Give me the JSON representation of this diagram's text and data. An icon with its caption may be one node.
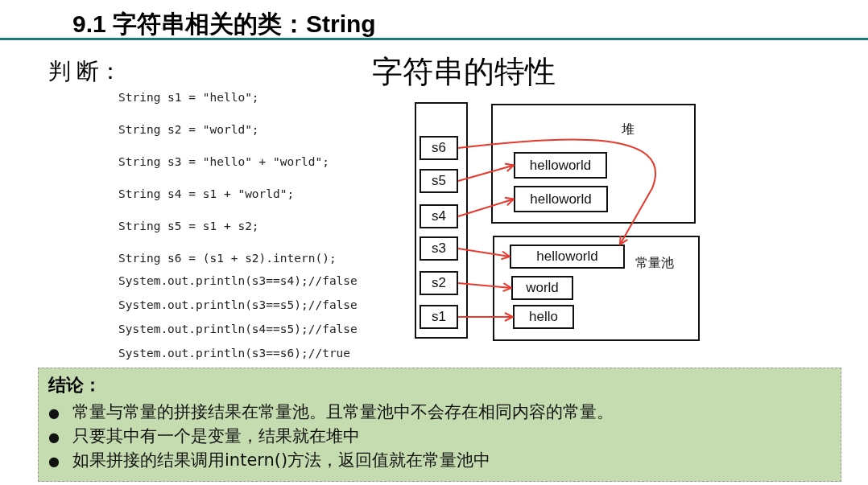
{
  "diagram": {
    "title": "9.1 字符串相关的类：String",
    "nodes": [
      {
        "text": [],
        "shape": "box"
      },
      {
        "text": [
          "s6"
        ],
        "in": 0
      },
      {
        "text": [
          "s5"
        ],
        "in": 0
      },
      {
        "text": [
          "s4"
        ],
        "in": 0
      },
      {
        "text": [
          "s3"
        ],
        "in": 0
      },
      {
        "text": [
          "s2"
        ],
        "in": 0
      },
      {
        "text": [
          "s1"
        ],
        "in": 0
      },
      {
        "text": [
          "堆"
        ]
      },
      {
        "text": [
          "helloworld"
        ],
        "in": 7
      },
      {
        "text": [
          "helloworld"
        ],
        "in": 7
      },
      {
        "text": [
          "常量池"
        ]
      },
      {
        "text": [
          "helloworld"
        ],
        "in": 10
      },
      {
        "text": [
          "world"
        ],
        "in": 10
      },
      {
        "text": [
          "hello"
        ],
        "in": 10
      }
    ],
    "edges": [
      {
        "from": 1,
        "to": 11,
        "arrow": "to"
      },
      {
        "from": 2,
        "to": 8,
        "arrow": "to"
      },
      {
        "from": 3,
        "to": 9,
        "arrow": "to"
      },
      {
        "from": 4,
        "to": 11,
        "arrow": "to"
      },
      {
        "from": 5,
        "to": 12,
        "arrow": "to"
      },
      {
        "from": 6,
        "to": 13,
        "arrow": "to"
      }
    ],
    "labels": [
      "判 断：",
      "字符串的特性",
      "String s1 = \"hello\";",
      "String s2 = \"world\";",
      "String s3 = \"hello\" + \"world\";",
      "String s4 = s1 + \"world\";",
      "String s5 = s1 + s2;",
      "String s6 = (s1 + s2).intern();",
      "System.out.println(s3==s4);//false",
      "System.out.println(s3==s5);//false",
      "System.out.println(s4==s5);//false",
      "System.out.println(s3==s6);//true",
      "结论：",
      "●",
      "常量与常量的拼接结果在常量池。且常量池中不会存在相同内容的常量。",
      "●",
      "只要其中有一个是变量，结果就在堆中",
      "●",
      "如果拼接的结果调用intern()方法，返回值就在常量池中"
    ]
  }
}
